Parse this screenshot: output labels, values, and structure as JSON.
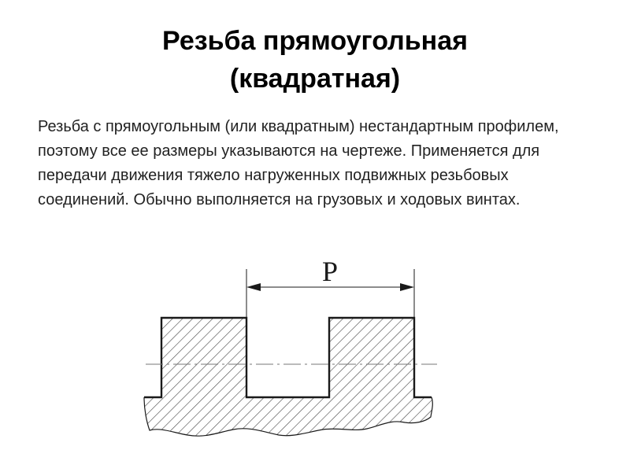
{
  "slide": {
    "title_line1": "Резьба прямоугольная",
    "title_line2": "(квадратная)",
    "paragraph": "Резьба с прямоугольным (или квадратным) нестандартным профилем, поэтому все ее размеры указываются на чертеже. Применяется для передачи движения тяжело нагруженных подвижных резьбовых соединений. Обычно выполняется на грузовых и ходовых винтах."
  },
  "diagram": {
    "pitch_label": "P",
    "colors": {
      "outline": "#1a1a1a",
      "hatch": "#444444",
      "center_line": "#777777"
    }
  }
}
